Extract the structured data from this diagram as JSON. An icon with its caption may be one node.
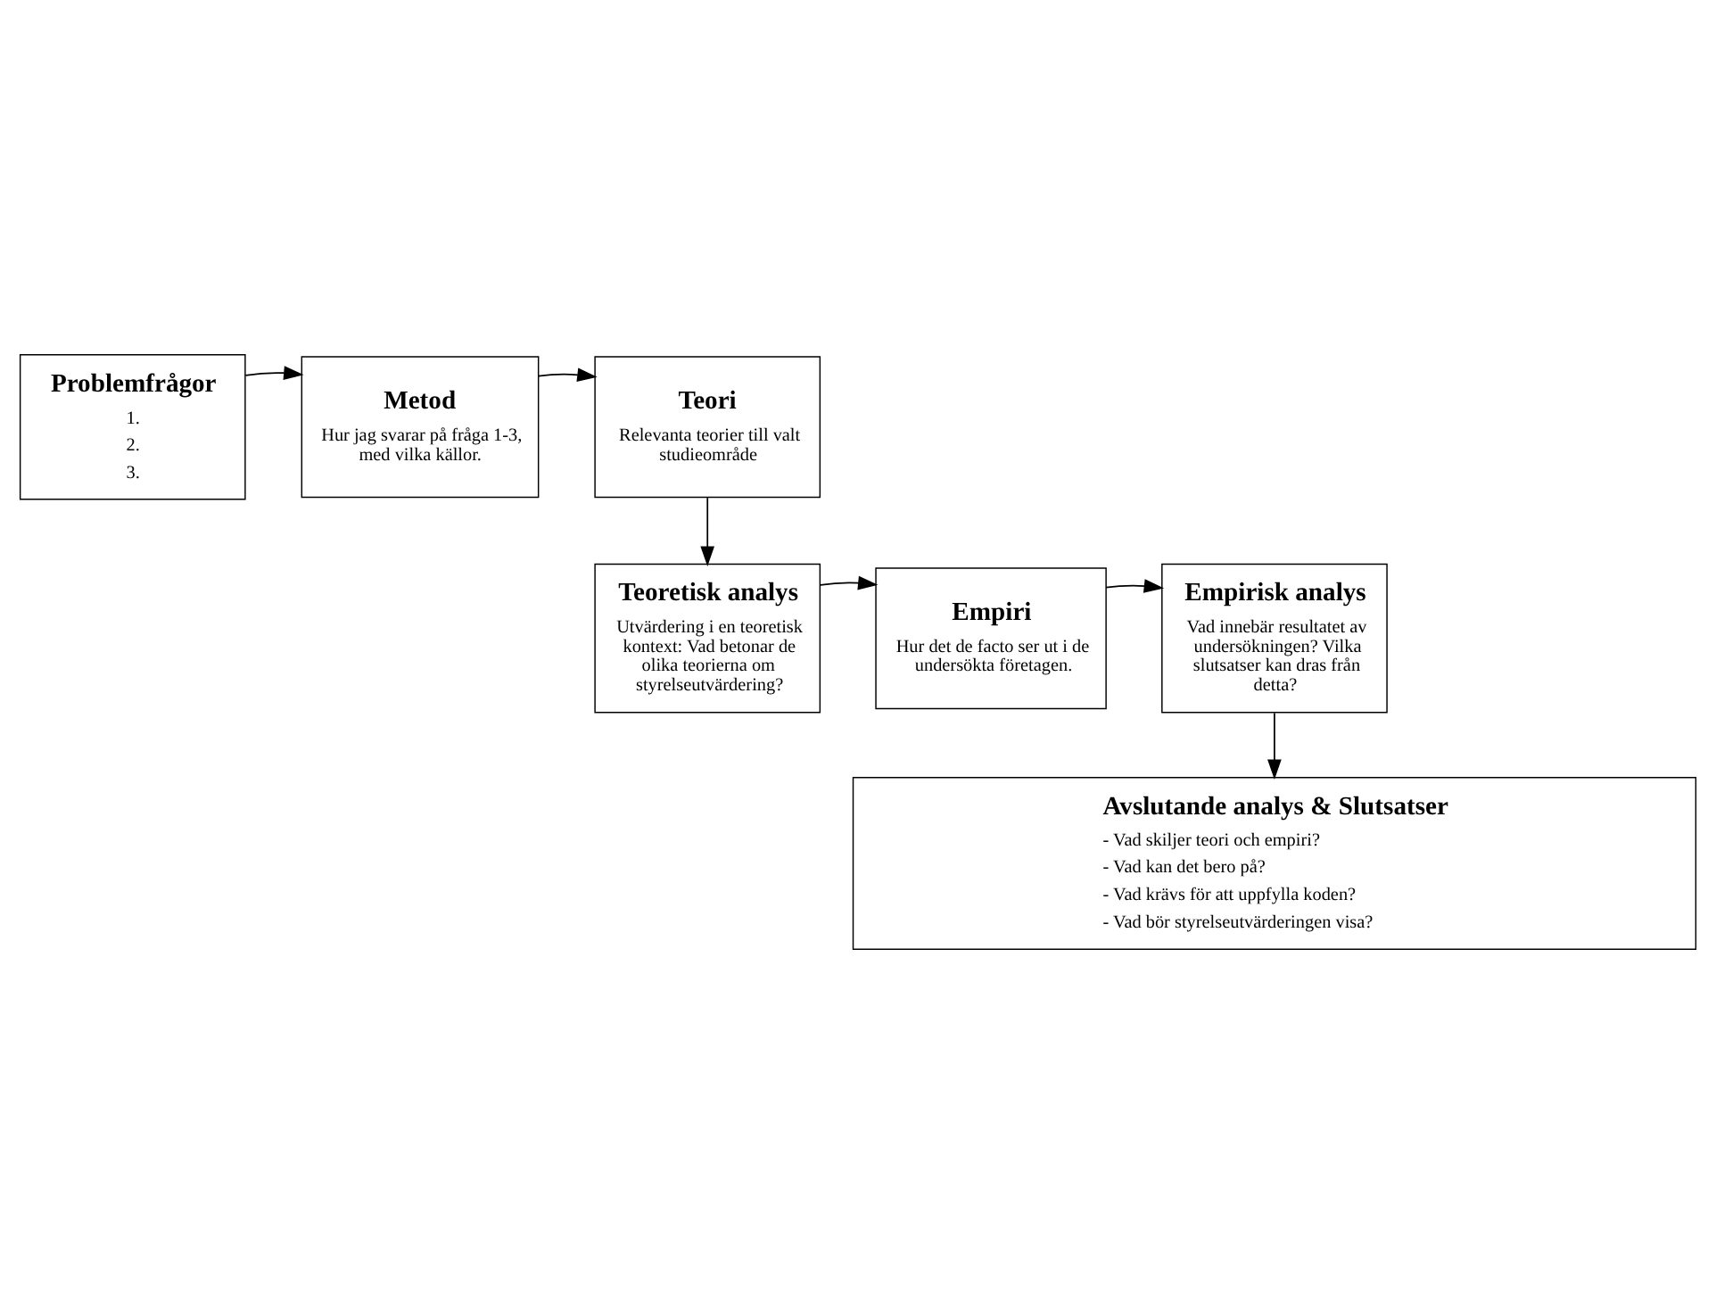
{
  "diagram": {
    "nodes": [
      {
        "text": [
          "Problemfrågor",
          "1.",
          "2.",
          "3."
        ]
      },
      {
        "text": [
          "Metod",
          "Hur jag svarar på fråga 1-3, med vilka källor."
        ]
      },
      {
        "text": [
          "Teori",
          "Relevanta teorier till valt studieområde"
        ]
      },
      {
        "text": [
          "Empirisk analys",
          "Vad innebär resultatet av undersökningen? Vilka slutsatser kan dras från detta?"
        ]
      },
      {
        "text": [
          "Empiri",
          "Hur det de facto ser ut i de undersökta företagen."
        ]
      },
      {
        "text": [
          "Teoretisk analys",
          "Utvärdering i en teoretisk kontext: Vad betonar de olika teorierna om styrelseutvärdering?"
        ]
      },
      {
        "text": [
          "Avslutande analys & Slutsatser",
          "- Vad skiljer teori och empiri?",
          "- Vad kan det bero på?",
          "- Vad krävs för att uppfylla koden?",
          "- Vad bör styrelseutvärderingen visa?"
        ]
      }
    ],
    "edges": [
      {
        "from": 0,
        "to": 1,
        "arrow": "to"
      },
      {
        "from": 1,
        "to": 2,
        "arrow": "to"
      },
      {
        "from": 2,
        "to": 5,
        "arrow": "to"
      },
      {
        "from": 5,
        "to": 4,
        "arrow": "to"
      },
      {
        "from": 4,
        "to": 3,
        "arrow": "to"
      },
      {
        "from": 3,
        "to": 6,
        "arrow": "to"
      }
    ]
  }
}
